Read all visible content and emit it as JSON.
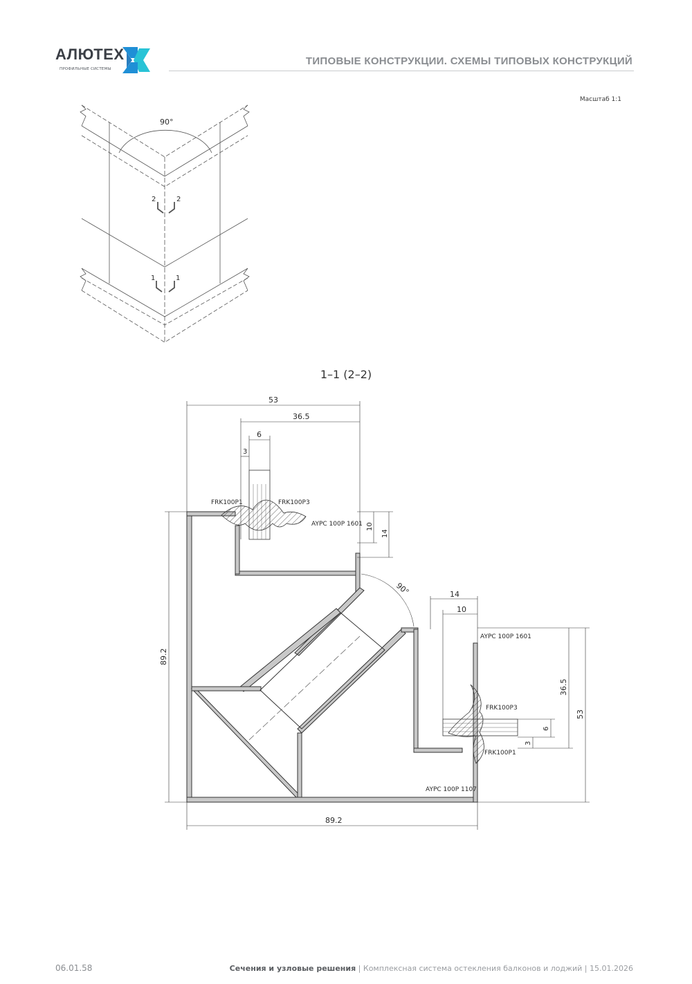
{
  "brand": {
    "name": "АЛЮТЕХ",
    "tagline": "ПРОФИЛЬНЫЕ СИСТЕМЫ",
    "colors": {
      "blue": "#1f8fd6",
      "cyan": "#29c3d6",
      "dark": "#3b3f46"
    }
  },
  "header": {
    "title": "ТИПОВЫЕ КОНСТРУКЦИИ. СХЕМЫ ТИПОВЫХ КОНСТРУКЦИЙ"
  },
  "scale": "Масштаб 1:1",
  "iso": {
    "angle": "90°",
    "cut_upper": "2",
    "cut_lower": "1"
  },
  "section": {
    "title": "1–1 (2–2)",
    "dims": {
      "top_width": "53",
      "top_inner": "36.5",
      "top_gap6": "6",
      "top_gap3": "3",
      "top_h10": "10",
      "top_h14": "14",
      "left_height": "89.2",
      "bottom_width": "89.2",
      "angle": "90°",
      "right_w14": "14",
      "right_w10": "10",
      "right_36_5": "36.5",
      "right_53": "53",
      "right_6": "6",
      "right_3": "3"
    },
    "labels": {
      "frk_p1_top": "FRK100P1",
      "frk_p3_top": "FRK100P3",
      "aypc_1601_top": "AYPC 100P 1601",
      "aypc_1601_right": "AYPC 100P 1601",
      "frk_p3_right": "FRK100P3",
      "frk_p1_right": "FRK100P1",
      "aypc_1107": "AYPC 100P 1107"
    }
  },
  "footer": {
    "code": "06.01.58",
    "bold": "Сечения и узловые решения",
    "rest": " | Комплексная система остекления балконов и лоджий | 15.01.2026"
  }
}
